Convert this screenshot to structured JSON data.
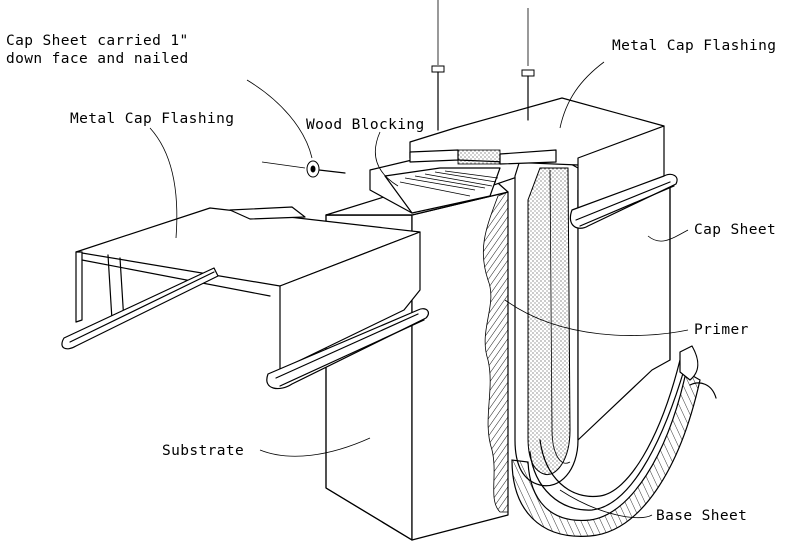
{
  "labels": {
    "cap_sheet_nailed_line1": "Cap Sheet carried 1\"",
    "cap_sheet_nailed_line2": "down face and nailed",
    "metal_cap_flashing_left": "Metal Cap Flashing",
    "metal_cap_flashing_right": "Metal Cap Flashing",
    "wood_blocking": "Wood Blocking",
    "cap_sheet": "Cap Sheet",
    "primer": "Primer",
    "substrate": "Substrate",
    "base_sheet": "Base Sheet"
  }
}
